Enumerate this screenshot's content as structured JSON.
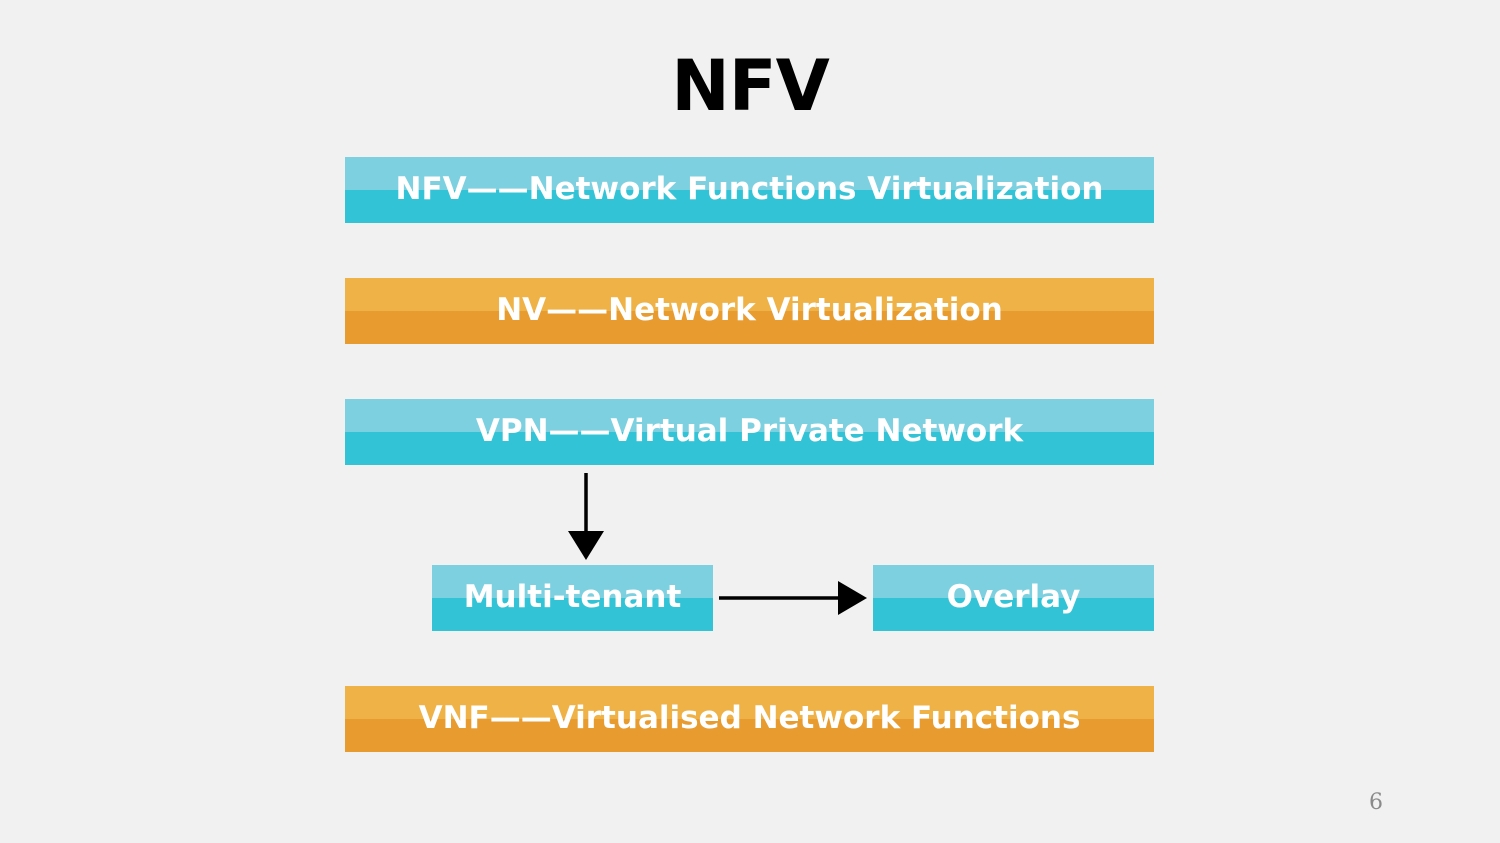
{
  "slide": {
    "title": "NFV",
    "page_number": "6"
  },
  "bars": {
    "nfv": "NFV——Network Functions Virtualization",
    "nv": "NV——Network Virtualization",
    "vpn": "VPN——Virtual Private Network",
    "vnf": "VNF——Virtualised Network Functions"
  },
  "nodes": {
    "multi_tenant": "Multi-tenant",
    "overlay": "Overlay"
  },
  "colors": {
    "background": "#f1f1f1",
    "blue_light": "#7dd0e0",
    "blue": "#32c4d6",
    "orange_light": "#efb247",
    "orange": "#e89c30",
    "text_on_bar": "#ffffff",
    "arrow": "#000000"
  },
  "edges": [
    {
      "from": "VPN——Virtual Private Network",
      "to": "Multi-tenant"
    },
    {
      "from": "Multi-tenant",
      "to": "Overlay"
    }
  ]
}
